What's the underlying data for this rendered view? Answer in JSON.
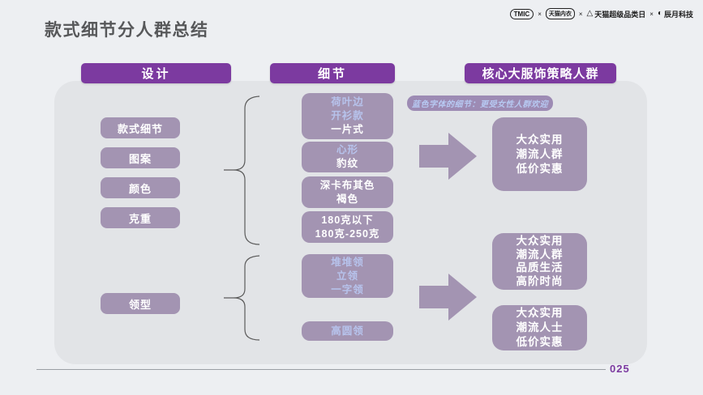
{
  "title": "款式细节分人群总结",
  "page_number": "025",
  "logos": {
    "separator": "×",
    "items": [
      "TMIC",
      "天猫内衣",
      "天猫超级品类日",
      "辰月科技"
    ]
  },
  "columns": {
    "design": "设计",
    "detail": "细节",
    "audience": "核心大服饰策略人群"
  },
  "design_items": [
    "款式细节",
    "图案",
    "颜色",
    "克重",
    "领型"
  ],
  "annotation": "蓝色字体的细节：更受女性人群欢迎",
  "detail_boxes": [
    {
      "lines": [
        {
          "text": "荷叶边",
          "style": "blue"
        },
        {
          "text": "开衫款",
          "style": "blue"
        },
        {
          "text": "一片式",
          "style": "white"
        }
      ]
    },
    {
      "lines": [
        {
          "text": "心形",
          "style": "blue"
        },
        {
          "text": "豹纹",
          "style": "white"
        }
      ]
    },
    {
      "lines": [
        {
          "text": "深卡布其色",
          "style": "white"
        },
        {
          "text": "褐色",
          "style": "white"
        }
      ]
    },
    {
      "lines": [
        {
          "text": "180克以下",
          "style": "white"
        },
        {
          "text": "180克-250克",
          "style": "white"
        }
      ]
    },
    {
      "lines": [
        {
          "text": "堆堆领",
          "style": "blue"
        },
        {
          "text": "立领",
          "style": "blue"
        },
        {
          "text": "一字领",
          "style": "blue"
        }
      ]
    },
    {
      "lines": [
        {
          "text": "高圆领",
          "style": "blue"
        }
      ]
    }
  ],
  "audience_boxes": [
    {
      "lines": [
        "大众实用",
        "潮流人群",
        "低价实惠"
      ]
    },
    {
      "lines": [
        "大众实用",
        "潮流人群",
        "品质生活",
        "高阶时尚"
      ]
    },
    {
      "lines": [
        "大众实用",
        "潮流人士",
        "低价实惠"
      ]
    }
  ],
  "colors": {
    "header_purple": "#7c3aa0",
    "box_purple": "#a394b2",
    "blue_text": "#b7c3ec",
    "background": "#edeff2",
    "panel": "#e2e4e7",
    "page_number": "#7c3aa0"
  }
}
